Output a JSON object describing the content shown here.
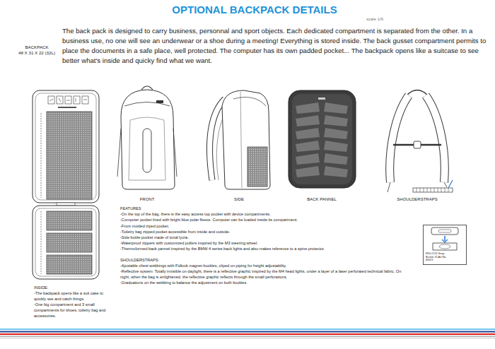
{
  "diagram": {
    "title": "OPTIONAL BACKPACK DETAILS",
    "nodes": [
      {
        "text": [
          "FIDLOCK Snap Buckle 25 Art.No. 40021"
        ]
      }
    ],
    "labels": [
      "scale 1/6",
      "BACKPACK",
      "48 X 31 X 22 (32L)",
      "The back pack is designed to carry business, personnal and sport objects.  Each dedicated compartment is separated from the other. In a business use, no one will see an underwear or a shoe during a meeting! Everything is stored inside.  The back gusset compartment permits to place the documents in a safe place, well protected. The computer has its own padded pocket... The backpack opens like a suitcase to see better what's inside and quicky find what we want.",
      "FRONT",
      "SIDE",
      "BACK PANNEL",
      "SHOULDERSTRAPS",
      "FEATURES",
      "-On the top of the bag, there is the easy access top pocket with device compartments.",
      "-Computer pocket lined with bright blue polar fleece. Computer can be loaded inside its compartment.",
      "-Front molded ziped pocket.",
      "-Toiletry bag zipped pocket accessible from inside and outside.",
      "-Side bottle pocket made of tonal lycra.",
      "-Waterproof zippers with customized pullers inspired by the M3 steering wheel.",
      "-Thermoformed back pannel inspired by the BMW 4 series back lights and also makes reference to a spine protector.",
      "SHOULDERSTRAPS:",
      "-Ajustable chest webbings with  Fidlock magnet buckles, cliped on piping for height adjustability.",
      "-Reflective system: Totally invisible on daylight, there is a reflective graphic inspired by the M4 head lights, under a layer of a laser perforated technical fabric. On night, when the bag is enlightened, the reflective graphic reflects through the small perforations.",
      "-Graduations on the webbing to balance the adjustment on both buckles.",
      "INSIDE:",
      "-The backpack opens like a suit case to quickly see and catch things.",
      "-One big compartment and 3 small compartments for shoes, toiletry bag and accessories."
    ]
  }
}
